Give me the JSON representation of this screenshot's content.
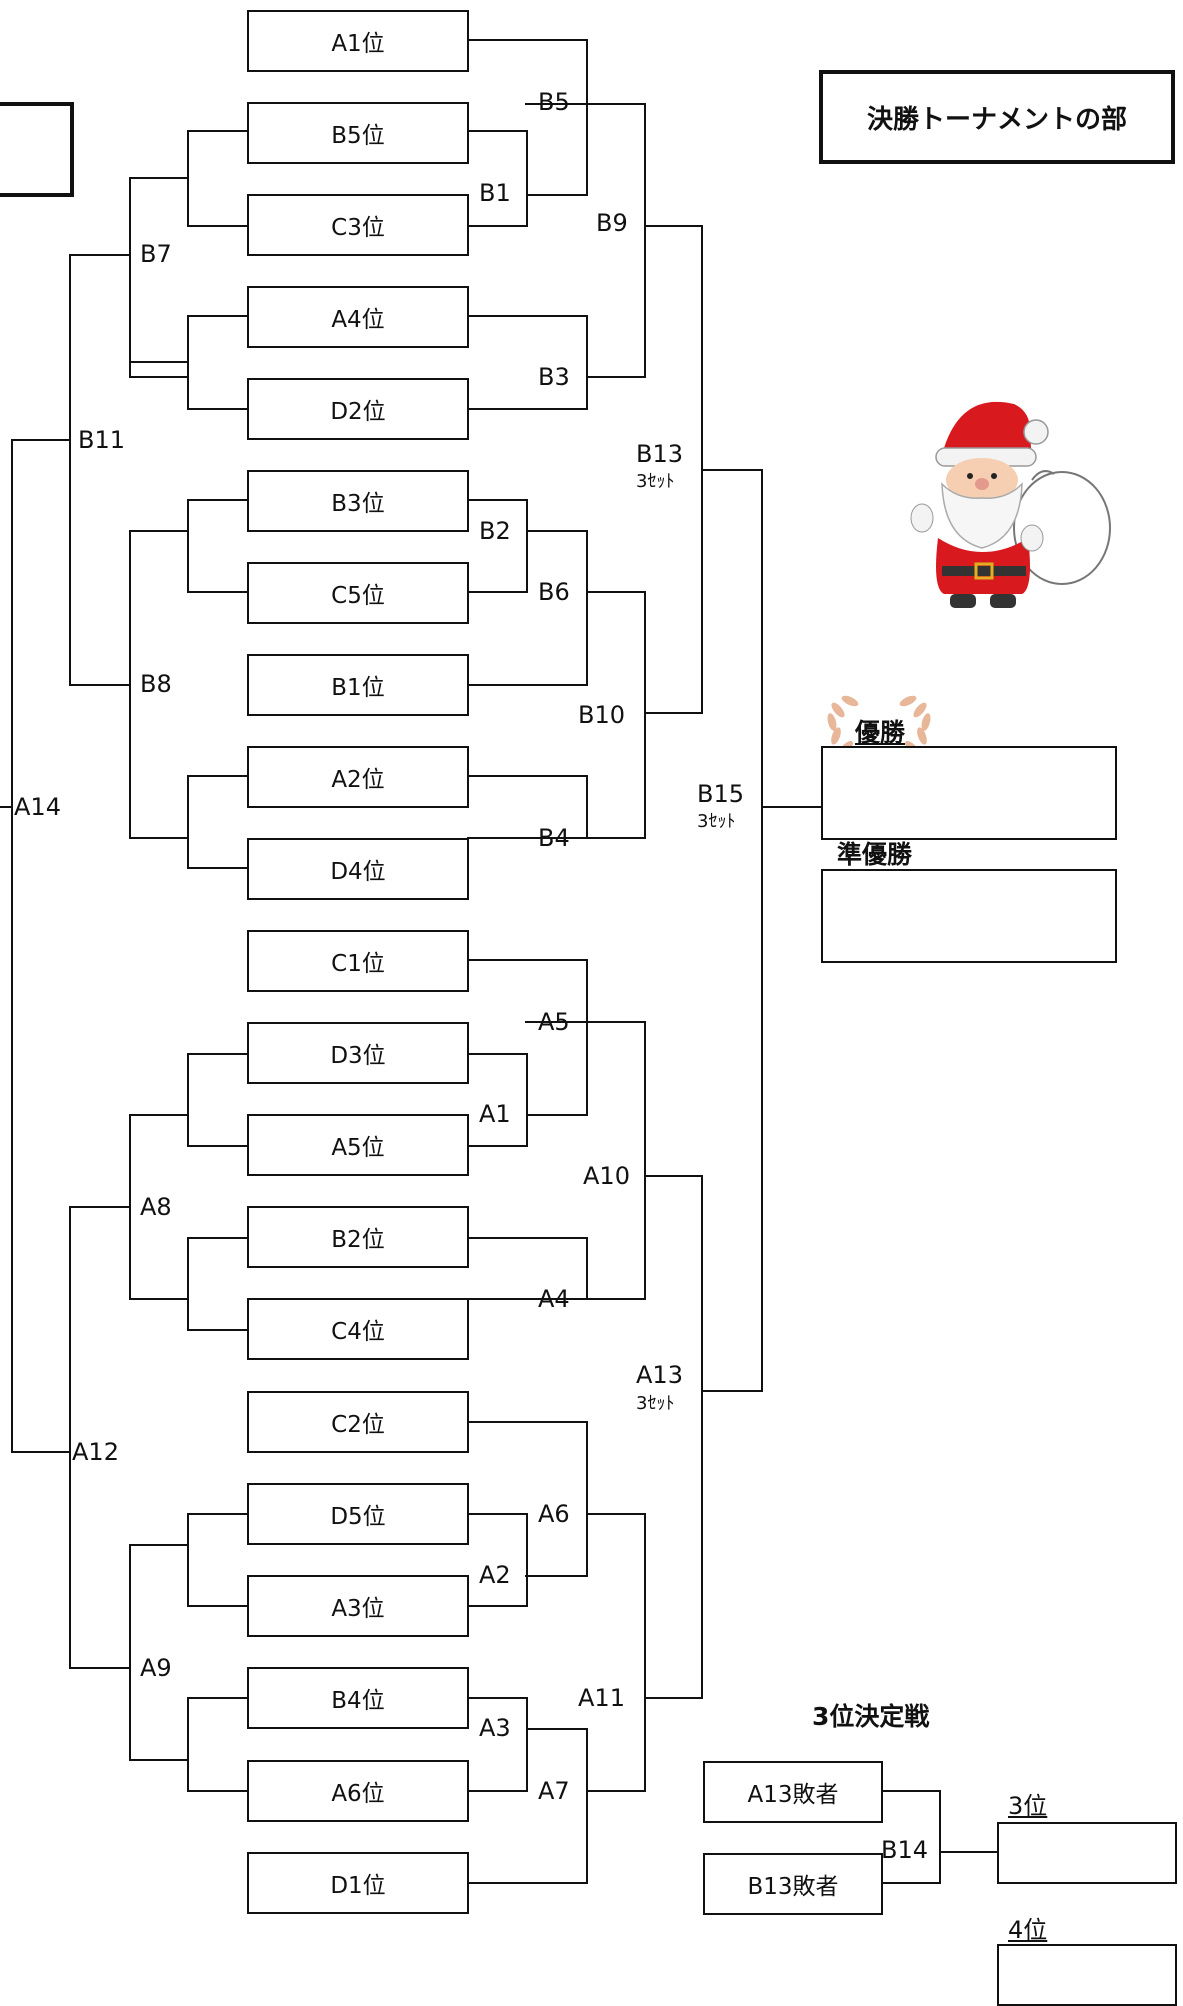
{
  "title": "決勝トーナメントの部",
  "entries": [
    "A1位",
    "B5位",
    "C3位",
    "A4位",
    "D2位",
    "B3位",
    "C5位",
    "B1位",
    "A2位",
    "D4位",
    "C1位",
    "D3位",
    "A5位",
    "B2位",
    "C4位",
    "C2位",
    "D5位",
    "A3位",
    "B4位",
    "A6位",
    "D1位"
  ],
  "matches": {
    "b5": "B5",
    "b1": "B1",
    "b9": "B9",
    "b7": "B7",
    "b3": "B3",
    "b11": "B11",
    "b13": "B13",
    "b2": "B2",
    "b6": "B6",
    "b8": "B8",
    "b10": "B10",
    "b4": "B4",
    "b15": "B15",
    "a14": "A14",
    "a5": "A5",
    "a1": "A1",
    "a10": "A10",
    "a8": "A8",
    "a4": "A4",
    "a13": "A13",
    "a12": "A12",
    "a6": "A6",
    "a2": "A2",
    "a9": "A9",
    "a11": "A11",
    "a3": "A3",
    "a7": "A7",
    "b14": "B14"
  },
  "sets_note": "3ｾｯﾄ",
  "results": {
    "winner": "優勝",
    "runner_up": "準優勝",
    "third": "3位",
    "fourth": "4位"
  },
  "third_place": {
    "heading": "3位決定戦",
    "a13_loser": "A13敗者",
    "b13_loser": "B13敗者"
  }
}
